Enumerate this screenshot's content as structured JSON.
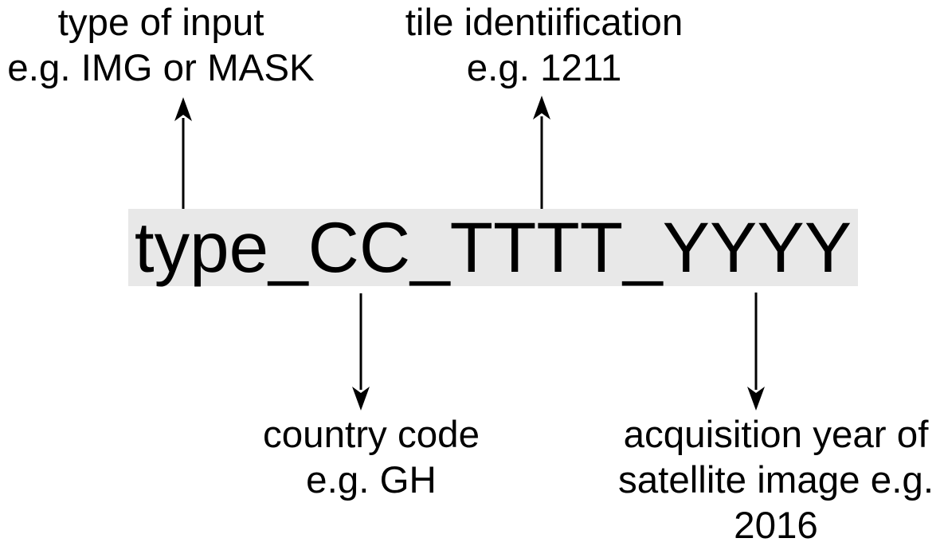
{
  "diagram": {
    "pattern": "type_CC_TTTT_YYYY",
    "highlight_color": "#e8e8e8",
    "background_color": "#ffffff",
    "text_color": "#000000",
    "annotations": {
      "type_of_input": {
        "lines": [
          "type of input",
          "e.g. IMG or MASK"
        ],
        "points_to": "type"
      },
      "tile_identification": {
        "lines": [
          "tile identiification",
          "e.g. 1211"
        ],
        "points_to": "TTTT"
      },
      "country_code": {
        "lines": [
          "country code",
          "e.g. GH"
        ],
        "points_to": "CC"
      },
      "acquisition_year": {
        "lines": [
          "acquisition year of",
          "satellite image e.g.",
          "2016"
        ],
        "points_to": "YYYY"
      }
    },
    "arrows": [
      {
        "name": "arrow-up-to-type-label",
        "direction": "up"
      },
      {
        "name": "arrow-up-to-tile-label",
        "direction": "up"
      },
      {
        "name": "arrow-down-to-country-label",
        "direction": "down"
      },
      {
        "name": "arrow-down-to-year-label",
        "direction": "down"
      }
    ]
  }
}
